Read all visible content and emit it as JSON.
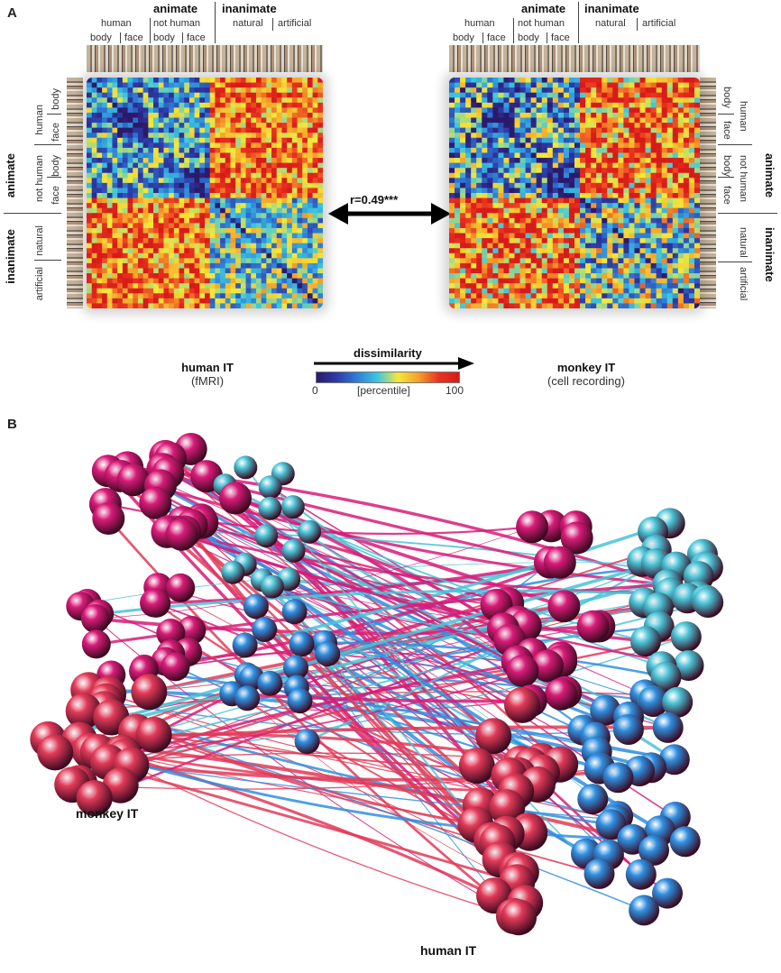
{
  "panel_a": {
    "letter": "A",
    "left_matrix": {
      "title": "human IT",
      "subtitle": "(fMRI)",
      "top_labels": {
        "animate": "animate",
        "inanimate": "inanimate",
        "human": "human",
        "not_human": "not human",
        "body1": "body",
        "face1": "face",
        "body2": "body",
        "face2": "face",
        "natural": "natural",
        "artificial": "artificial"
      },
      "side_labels": {
        "animate": "animate",
        "inanimate": "inanimate",
        "human": "human",
        "not_human": "not human",
        "body1": "body",
        "face1": "face",
        "body2": "body",
        "face2": "face",
        "natural": "natural",
        "artificial": "artificial"
      }
    },
    "right_matrix": {
      "title": "monkey IT",
      "subtitle": "(cell recording)",
      "top_labels": {
        "animate": "animate",
        "inanimate": "inanimate",
        "human": "human",
        "not_human": "not human",
        "body1": "body",
        "face1": "face",
        "body2": "body",
        "face2": "face",
        "natural": "natural",
        "artificial": "artificial"
      },
      "side_labels": {
        "animate": "animate",
        "inanimate": "inanimate",
        "human": "human",
        "not_human": "not human",
        "body1": "body",
        "face1": "face",
        "body2": "body",
        "face2": "face",
        "natural": "natural",
        "artificial": "artificial"
      }
    },
    "correlation": "r=0.49***",
    "colorbar": {
      "title": "dissimilarity",
      "min": "0",
      "unit": "[percentile]",
      "max": "100",
      "colors": [
        "#2b1a6b",
        "#2d3ba8",
        "#2f7fd6",
        "#3cc6e0",
        "#f4e83a",
        "#f7a02a",
        "#e8341f",
        "#d81a1a"
      ]
    }
  },
  "panel_b": {
    "letter": "B",
    "monkey_label": "monkey IT",
    "human_label": "human IT",
    "colors": {
      "animate_pink": "#d81b78",
      "face_red": "#e23a58",
      "inanimate_blue": "#2f8fe0",
      "inanimate_cyan": "#4bc3d6"
    }
  }
}
